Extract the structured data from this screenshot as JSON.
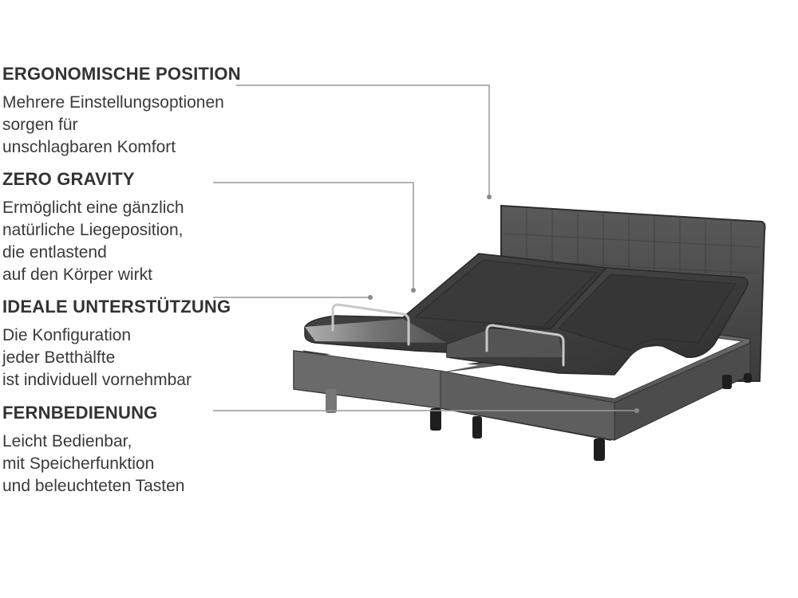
{
  "features": [
    {
      "title": "ERGONOMISCHE POSITION",
      "text": "Mehrere Einstellungsoptionen\nsorgen für\nunschlagbaren Komfort"
    },
    {
      "title": "ZERO GRAVITY",
      "text": "Ermöglicht eine gänzlich\nnatürliche Liegeposition,\ndie entlastend\nauf den Körper wirkt"
    },
    {
      "title": "IDEALE UNTERSTÜTZUNG",
      "text": "Die Konfiguration\njeder Betthälfte\nist individuell vornehmbar"
    },
    {
      "title": "FERNBEDIENUNG",
      "text": "Leicht Bedienbar,\nmit Speicherfunktion\nund beleuchteten Tasten"
    }
  ],
  "colors": {
    "leader_line": "#9a9a9a",
    "frame": "#555555",
    "headboard": "#4a4a4a",
    "deck": "#3e3e3e",
    "rail": "#c8c8c8"
  }
}
